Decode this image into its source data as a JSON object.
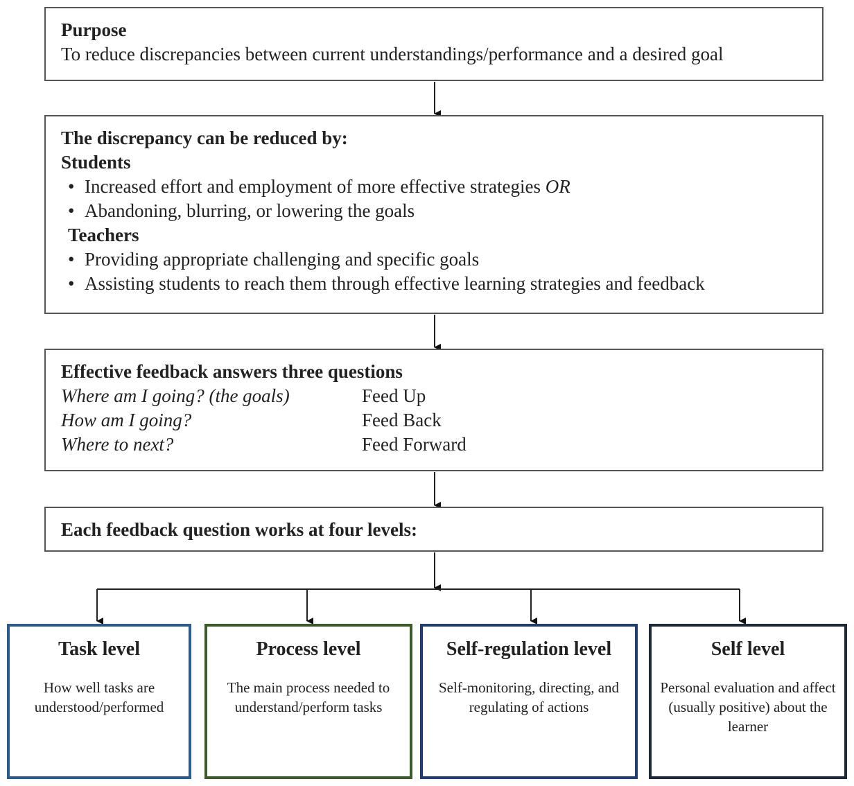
{
  "purpose": {
    "title": "Purpose",
    "text": "To reduce discrepancies between current understandings/performance and a desired goal"
  },
  "discrepancy": {
    "title": "The discrepancy can be reduced by:",
    "students_label": "Students",
    "students_items": [
      "Increased effort and employment of more effective strategies ",
      "Abandoning, blurring, or lowering the goals"
    ],
    "students_item1_suffix": "OR",
    "teachers_label": "Teachers",
    "teachers_items": [
      "Providing appropriate challenging and specific goals",
      "Assisting students to reach them through effective learning strategies and feedback"
    ]
  },
  "questions": {
    "title": "Effective feedback answers three questions",
    "rows": [
      {
        "question": "Where am I going? (the goals)",
        "answer": "Feed Up"
      },
      {
        "question": "How am I going?",
        "answer": "Feed Back"
      },
      {
        "question": "Where to next?",
        "answer": "Feed Forward"
      }
    ]
  },
  "levels_box": {
    "title": "Each feedback question works at four levels:"
  },
  "levels": [
    {
      "title": "Task level",
      "desc": "How well tasks are understood/performed"
    },
    {
      "title": "Process level",
      "desc": "The main process needed to understand/perform tasks"
    },
    {
      "title": "Self-regulation level",
      "desc": "Self-monitoring, directing, and regulating of actions"
    },
    {
      "title": "Self level",
      "desc": "Personal evaluation and affect (usually positive) about the learner"
    }
  ]
}
